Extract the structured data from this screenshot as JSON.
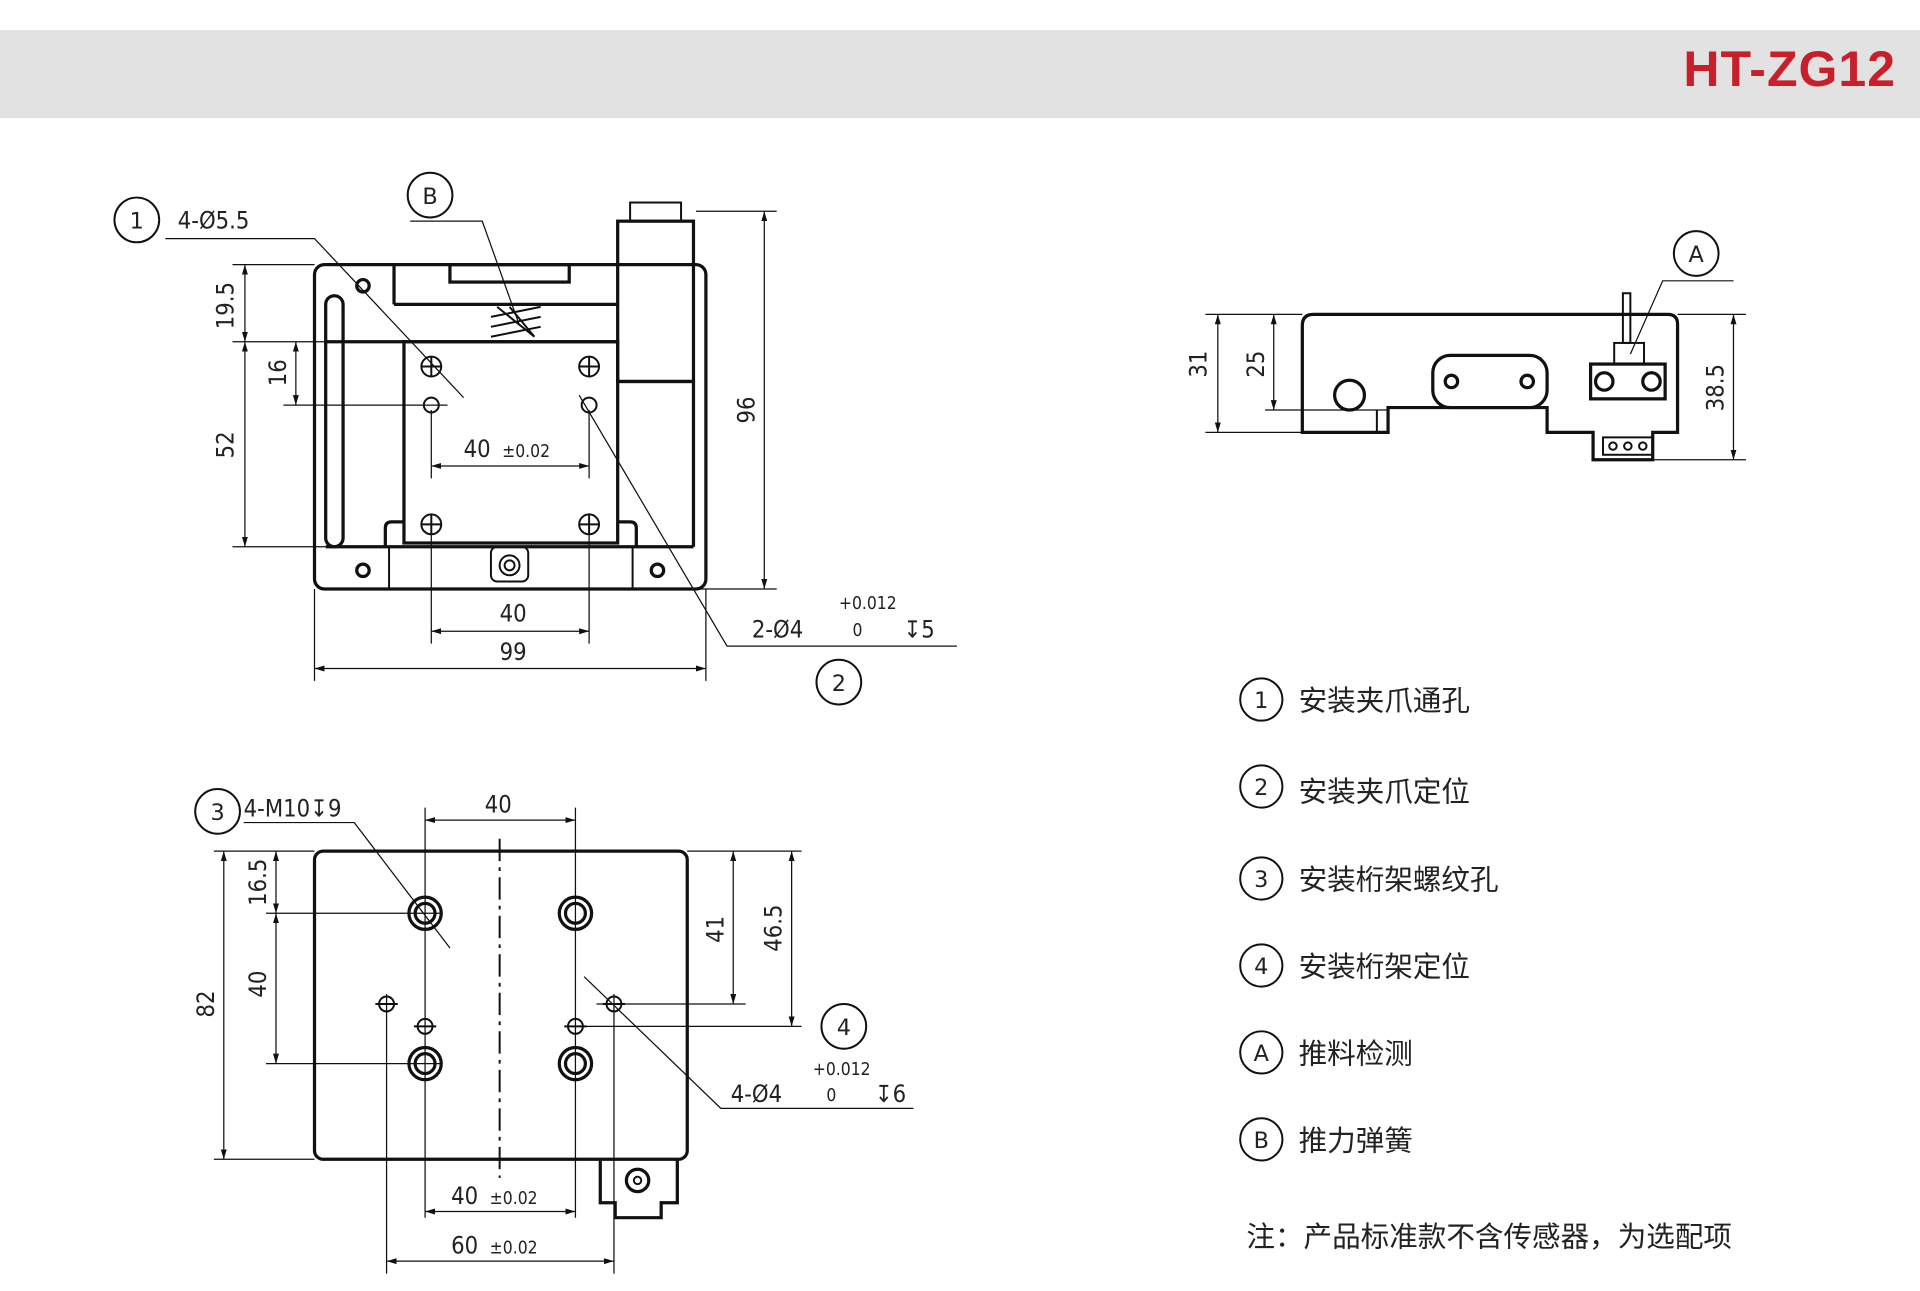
{
  "header": {
    "title": "HT-ZG12"
  },
  "top_view": {
    "callout_1": "1",
    "callout_1_spec": "4-Ø5.5",
    "callout_b": "B",
    "callout_2": "2",
    "callout_2_spec": "2-Ø4",
    "callout_2_tol_upper": "+0.012",
    "callout_2_tol_lower": "0",
    "callout_2_depth": "↧5",
    "dim_19_5": "19.5",
    "dim_52": "52",
    "dim_16": "16",
    "dim_96": "96",
    "dim_40_tol": "40",
    "dim_40_tol_value": "±0.02",
    "dim_40": "40",
    "dim_99": "99"
  },
  "side_view": {
    "callout_a": "A",
    "dim_31": "31",
    "dim_25": "25",
    "dim_38_5": "38.5"
  },
  "bottom_view": {
    "callout_3": "3",
    "callout_3_spec": "4-M10↧9",
    "callout_4": "4",
    "callout_4_spec": "4-Ø4",
    "callout_4_tol_upper": "+0.012",
    "callout_4_tol_lower": "0",
    "callout_4_depth": "↧6",
    "dim_40_top": "40",
    "dim_82": "82",
    "dim_16_5": "16.5",
    "dim_40_left": "40",
    "dim_41": "41",
    "dim_46_5": "46.5",
    "dim_40_bottom": "40",
    "dim_40_bottom_tol": "±0.02",
    "dim_60": "60",
    "dim_60_tol": "±0.02"
  },
  "legend": {
    "items": [
      {
        "mark": "1",
        "label": "安装夹爪通孔"
      },
      {
        "mark": "2",
        "label": "安装夹爪定位"
      },
      {
        "mark": "3",
        "label": "安装桁架螺纹孔"
      },
      {
        "mark": "4",
        "label": "安装桁架定位"
      },
      {
        "mark": "A",
        "label": "推料检测"
      },
      {
        "mark": "B",
        "label": "推力弹簧"
      }
    ],
    "note": "注：产品标准款不含传感器，为选配项"
  }
}
